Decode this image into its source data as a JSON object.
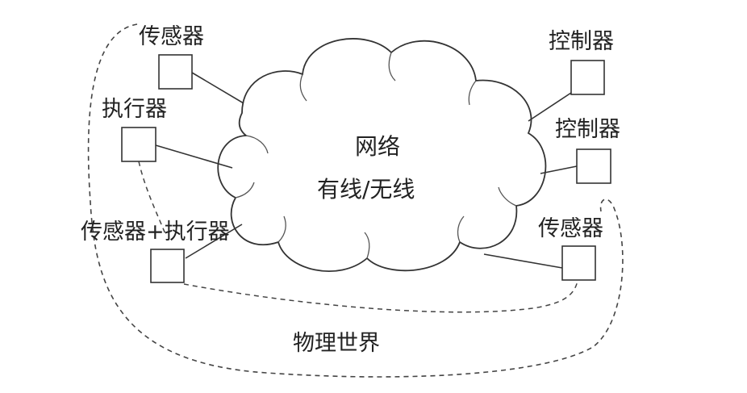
{
  "cloud": {
    "title": "网络",
    "subtitle": "有线/无线"
  },
  "nodes": {
    "sensor_top_left": "传感器",
    "actuator_left": "执行器",
    "sensor_actuator": "传感器+执行器",
    "controller_top": "控制器",
    "controller_mid": "控制器",
    "sensor_right": "传感器"
  },
  "physical_world": "物理世界",
  "colors": {
    "line": "#333333",
    "dashed": "#444444",
    "text": "#222222",
    "background": "#ffffff"
  }
}
